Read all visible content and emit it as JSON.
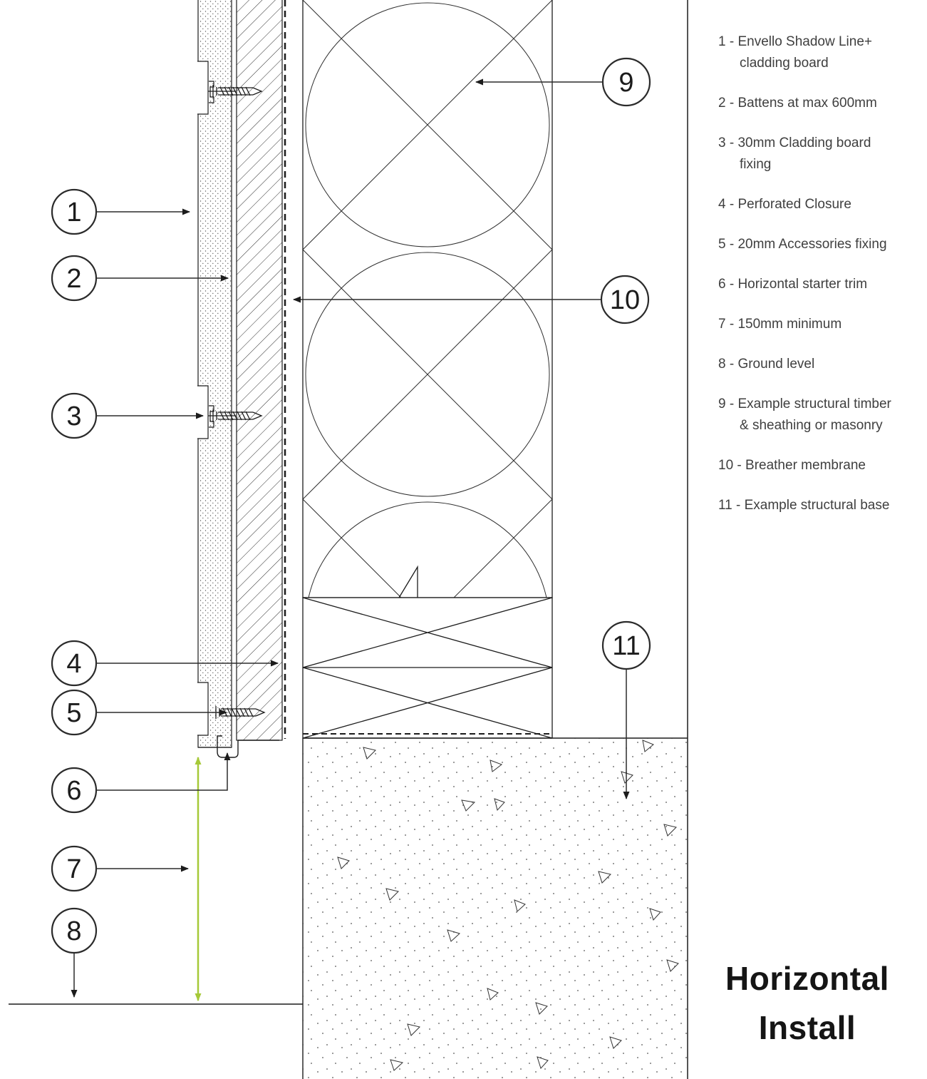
{
  "diagram": {
    "title": {
      "line1": "Horizontal",
      "line2": "Install"
    },
    "legend": {
      "items": [
        {
          "line1": "1 - Envello Shadow Line+",
          "line2": "cladding board"
        },
        {
          "line1": "2 - Battens at max 600mm"
        },
        {
          "line1": "3 - 30mm Cladding board",
          "line2": "fixing"
        },
        {
          "line1": "4 - Perforated Closure"
        },
        {
          "line1": "5 - 20mm Accessories fixing"
        },
        {
          "line1": "6 - Horizontal starter trim"
        },
        {
          "line1": "7 - 150mm minimum"
        },
        {
          "line1": "8 - Ground level"
        },
        {
          "line1": "9 - Example structural timber",
          "line2": "& sheathing or masonry"
        },
        {
          "line1": "10 - Breather membrane"
        },
        {
          "line1": "11 - Example structural base"
        }
      ]
    },
    "callouts": [
      "1",
      "2",
      "3",
      "4",
      "5",
      "6",
      "7",
      "8",
      "9",
      "10",
      "11"
    ],
    "colors": {
      "line": "#1c1c1c",
      "dimension_arrow": "#a6c938",
      "background": "#ffffff"
    }
  }
}
